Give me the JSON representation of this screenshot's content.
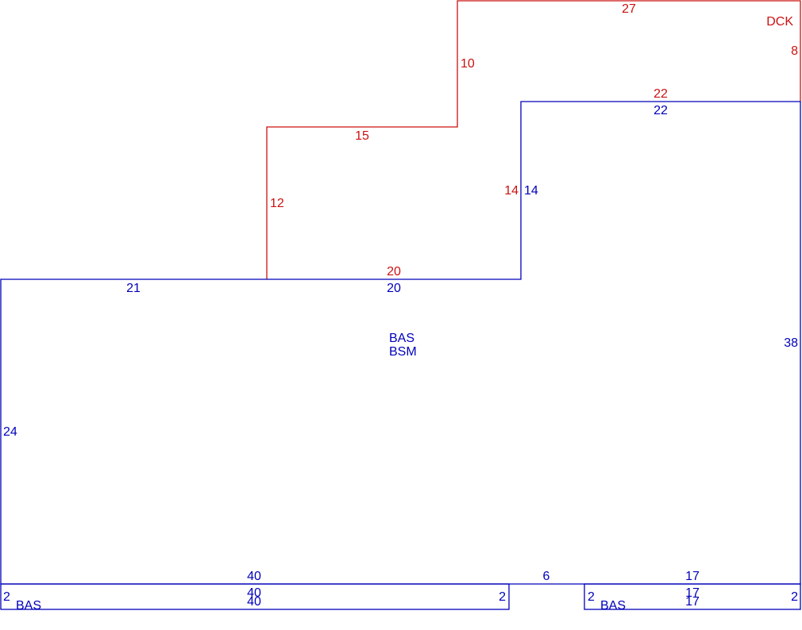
{
  "colors": {
    "deck": "#cc1111",
    "base": "#0000bb"
  },
  "deck": {
    "area_label": "DCK",
    "dimensions": {
      "top": "27",
      "right": "8",
      "inner_bottom": "22",
      "inner_left": "14",
      "bottom": "20",
      "left": "12",
      "step_top": "15",
      "step_right": "10"
    }
  },
  "main": {
    "area_label_line1": "BAS",
    "area_label_line2": "BSM",
    "dimensions": {
      "top_right": "22",
      "step_left": "14",
      "step_top": "20",
      "top_left": "21",
      "left": "24",
      "right": "38",
      "bottom_left": "40",
      "gap": "6",
      "bottom_right": "17"
    }
  },
  "strip_left": {
    "area_label": "BAS",
    "dimensions": {
      "top": "40",
      "bottom": "40",
      "left": "2",
      "right": "2"
    }
  },
  "strip_right": {
    "area_label": "BAS",
    "dimensions": {
      "top": "17",
      "bottom": "17",
      "left": "2",
      "right": "2"
    }
  }
}
